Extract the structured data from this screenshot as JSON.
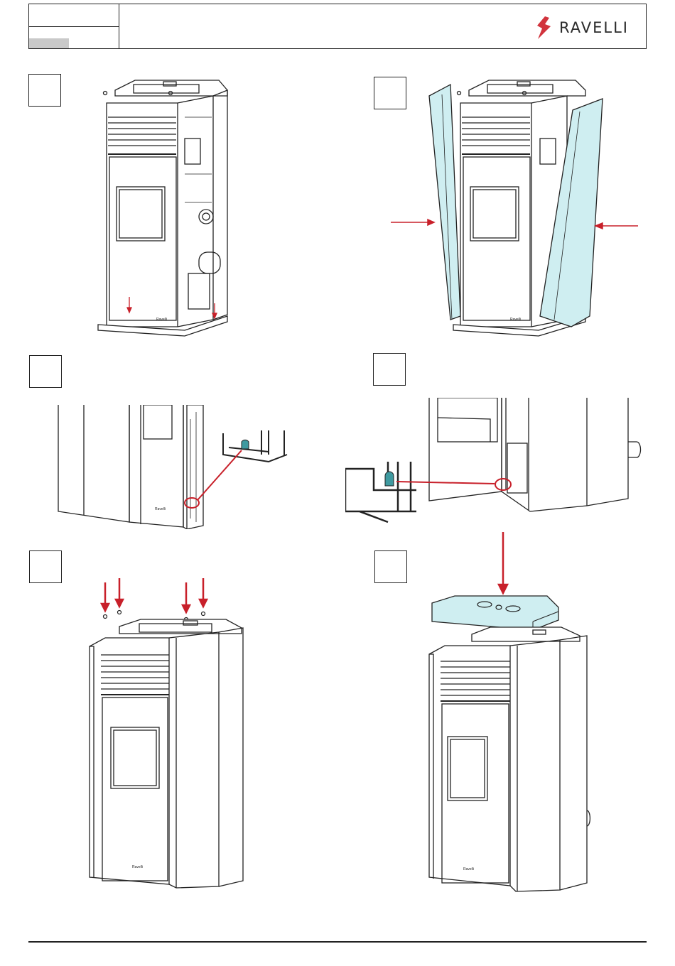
{
  "header": {
    "brand": "RAVELLI",
    "brand_color": "#d1343d",
    "logo_icon": "ravelli-flame-logo-icon"
  },
  "colors": {
    "arrow": "#c8202a",
    "panel_fill": "#cfeef1",
    "line": "#222222"
  },
  "steps": [
    {
      "id": 1,
      "caption": ""
    },
    {
      "id": 2,
      "caption": ""
    },
    {
      "id": 3,
      "caption": ""
    },
    {
      "id": 4,
      "caption": ""
    },
    {
      "id": 5,
      "caption": ""
    },
    {
      "id": 6,
      "caption": ""
    }
  ],
  "stove_badge": "Ravelli"
}
